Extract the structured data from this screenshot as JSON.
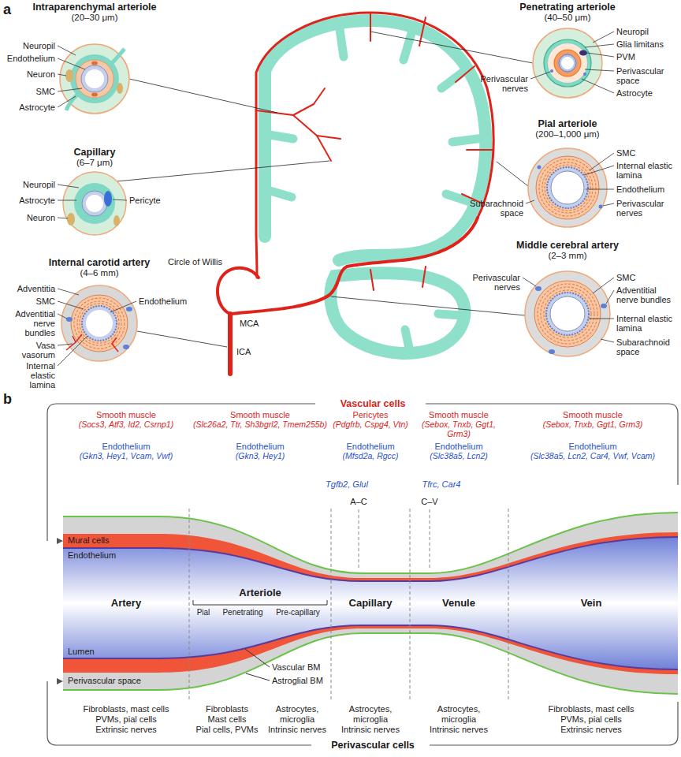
{
  "diagram": {
    "nodes": [
      {
        "text": [
          "Intraparenchymal arteriole",
          "(20–30 μm)"
        ]
      },
      {
        "text": [
          "Capillary",
          "(6–7 μm)"
        ]
      },
      {
        "text": [
          "Internal carotid artery",
          "(4–6 mm)"
        ]
      },
      {
        "text": [
          "Penetrating arteriole",
          "(40–50 μm)"
        ]
      },
      {
        "text": [
          "Pial arteriole",
          "(200–1,000 μm)"
        ]
      },
      {
        "text": [
          "Middle cerebral artery",
          "(2–3 mm)"
        ]
      }
    ],
    "labels": [
      "a",
      "Neuropil",
      "Endothelium",
      "Neuron",
      "SMC",
      "Astrocyte",
      "Neuropil",
      "Astrocyte",
      "Neuron",
      "Pericyte",
      "Adventitia",
      "SMC",
      "Endothelium",
      "Adventitial nerve bundles",
      "Vasa vasorum",
      "Internal elastic lamina",
      "Circle of Willis",
      "MCA",
      "ICA",
      "Neuropil",
      "Glia limitans",
      "PVM",
      "Perivascular nerves",
      "Perivascular space",
      "Astrocyte",
      "SMC",
      "Internal elastic lamina",
      "Endothelium",
      "Subarachnoid space",
      "Perivascular nerves",
      "Perivascular nerves",
      "SMC",
      "Adventitial nerve bundles",
      "Internal elastic lamina",
      "Subarachnoid space",
      "b",
      "Vascular cells",
      "Smooth muscle",
      "(Socs3, Atf3, Id2, Csrnp1)",
      "Smooth muscle",
      "(Slc26a2, Ttr, Sh3bgrl2, Tmem255b)",
      "Pericytes",
      "(Pdgfrb, Cspg4, Vtn)",
      "Smooth muscle",
      "(Sebox, Tnxb, Ggt1, Grm3)",
      "Smooth muscle",
      "(Sebox, Tnxb, Ggt1, Grm3)",
      "Endothelium",
      "(Gkn3, Hey1, Vcam, Vwf)",
      "Endothelium",
      "(Gkn3, Hey1)",
      "Endothelium",
      "(Mfsd2a, Rgcc)",
      "Endothelium",
      "(Slc38a5, Lcn2)",
      "Endothelium",
      "(Slc38a5, Lcn2, Car4, Vwf, Vcam)",
      "Tgfb2, Glul",
      "Tfrc, Car4",
      "A–C",
      "C–V",
      "Mural cells",
      "Endothelium",
      "Artery",
      "Arteriole",
      "Pial",
      "Penetrating",
      "Pre-capillary",
      "Capillary",
      "Venule",
      "Vein",
      "Lumen",
      "Vascular BM",
      "Perivascular space",
      "Astroglial BM",
      "Fibroblasts, mast cells",
      "PVMs, pial cells",
      "Extrinsic nerves",
      "Fibroblasts",
      "Mast cells",
      "Pial cells, PVMs",
      "Astrocytes,",
      "microglia",
      "Intrinsic nerves",
      "Astrocytes,",
      "microglia",
      "Intrinsic nerves",
      "Astrocytes,",
      "microglia",
      "Intrinsic nerves",
      "Fibroblasts, mast cells",
      "PVMs, pial cells",
      "Extrinsic nerves",
      "Perivascular cells"
    ]
  }
}
